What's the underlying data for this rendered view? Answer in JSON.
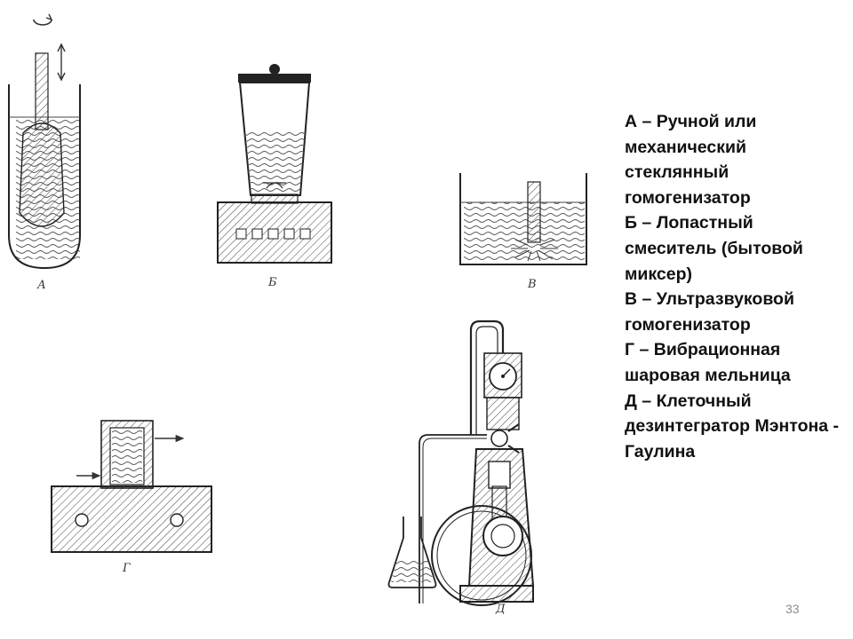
{
  "legend": {
    "items": [
      "А – Ручной или механический стеклянный гомогенизатор",
      "Б – Лопастный смеситель (бытовой миксер)",
      "В – Ультразвуковой гомогенизатор",
      "Г – Вибрационная шаровая мельница",
      "Д – Клеточный дезинтегратор Мэнтона - Гаулина"
    ]
  },
  "figure": {
    "labels": {
      "a": "А",
      "b": "Б",
      "v": "В",
      "g": "Г",
      "d": "Д"
    }
  },
  "page_number": "33"
}
